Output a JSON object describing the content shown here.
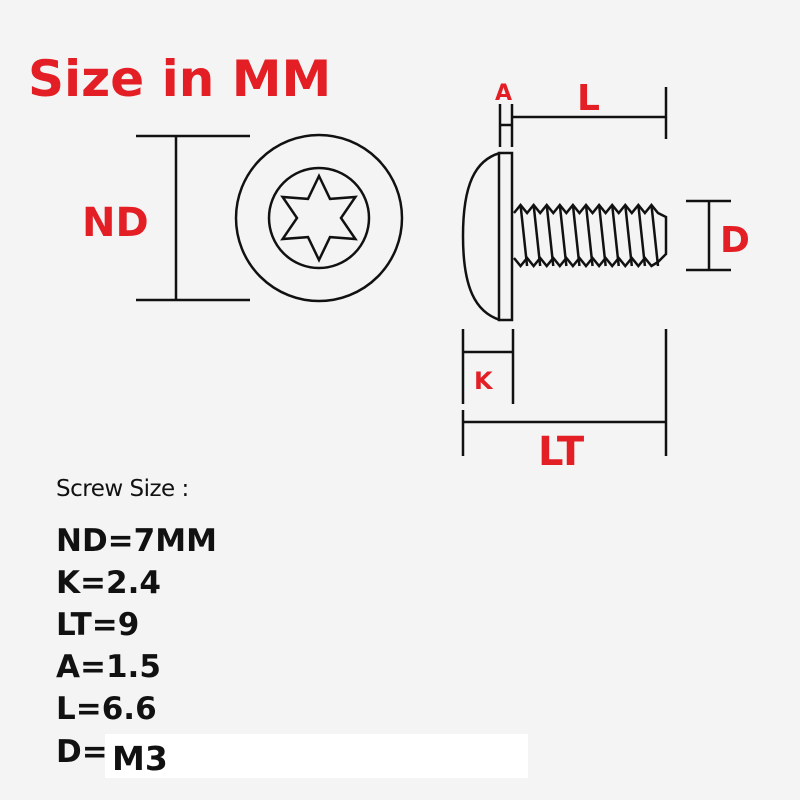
{
  "title": "Size in MM",
  "labels": {
    "nd": "ND",
    "a": "A",
    "l": "L",
    "d": "D",
    "k": "K",
    "lt": "LT"
  },
  "specs_heading": "Screw Size :",
  "specs": [
    "ND=7MM",
    "K=2.4",
    "LT=9",
    "A=1.5",
    "L=6.6",
    "D="
  ],
  "d_value": "M3",
  "colors": {
    "accent": "#e31e24",
    "line": "#111111",
    "background": "#f4f4f4"
  }
}
